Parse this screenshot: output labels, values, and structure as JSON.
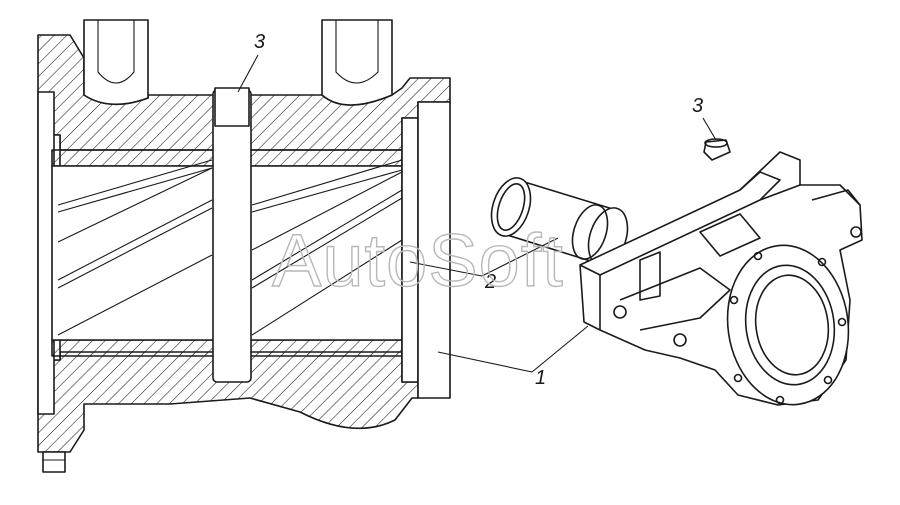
{
  "diagram": {
    "callouts": {
      "housing": "1",
      "bushing": "2",
      "plug_top": "3",
      "plug_right": "3"
    },
    "watermark": "AutoSoft"
  }
}
